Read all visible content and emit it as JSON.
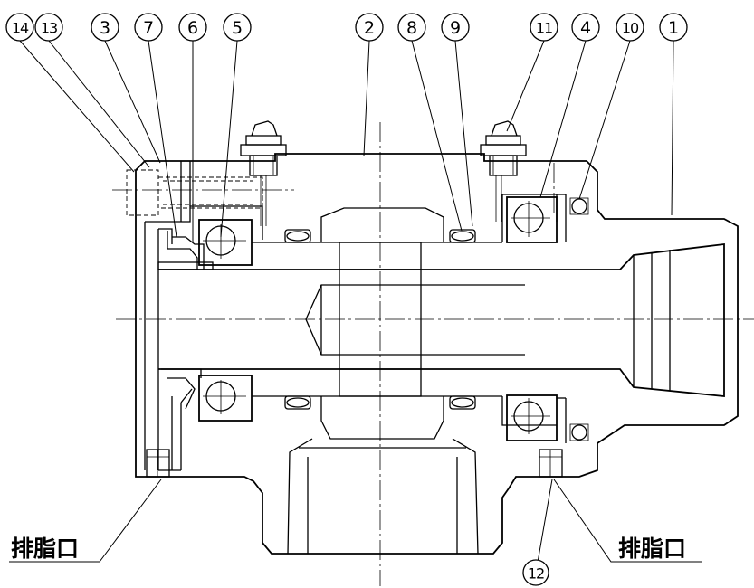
{
  "part_numbers": [
    "1",
    "2",
    "3",
    "4",
    "5",
    "6",
    "7",
    "8",
    "9",
    "10",
    "11",
    "12",
    "13",
    "14"
  ],
  "drain_label": "排脂口"
}
